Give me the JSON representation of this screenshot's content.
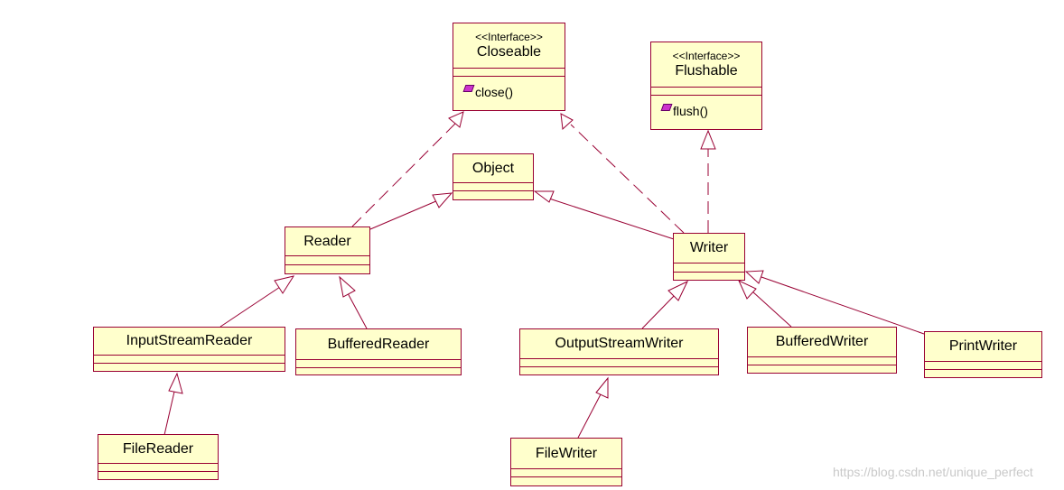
{
  "diagram": {
    "classes": {
      "closeable": {
        "stereotype": "<<Interface>>",
        "name": "Closeable",
        "method": "close()"
      },
      "flushable": {
        "stereotype": "<<Interface>>",
        "name": "Flushable",
        "method": "flush()"
      },
      "object": {
        "name": "Object"
      },
      "reader": {
        "name": "Reader"
      },
      "writer": {
        "name": "Writer"
      },
      "input_stream_reader": {
        "name": "InputStreamReader"
      },
      "buffered_reader": {
        "name": "BufferedReader"
      },
      "output_stream_writer": {
        "name": "OutputStreamWriter"
      },
      "buffered_writer": {
        "name": "BufferedWriter"
      },
      "print_writer": {
        "name": "PrintWriter"
      },
      "file_reader": {
        "name": "FileReader"
      },
      "file_writer": {
        "name": "FileWriter"
      }
    },
    "relations": [
      {
        "from": "Reader",
        "to": "Closeable",
        "kind": "realization"
      },
      {
        "from": "Writer",
        "to": "Closeable",
        "kind": "realization"
      },
      {
        "from": "Writer",
        "to": "Flushable",
        "kind": "realization"
      },
      {
        "from": "Reader",
        "to": "Object",
        "kind": "generalization"
      },
      {
        "from": "Writer",
        "to": "Object",
        "kind": "generalization"
      },
      {
        "from": "InputStreamReader",
        "to": "Reader",
        "kind": "generalization"
      },
      {
        "from": "BufferedReader",
        "to": "Reader",
        "kind": "generalization"
      },
      {
        "from": "OutputStreamWriter",
        "to": "Writer",
        "kind": "generalization"
      },
      {
        "from": "BufferedWriter",
        "to": "Writer",
        "kind": "generalization"
      },
      {
        "from": "PrintWriter",
        "to": "Writer",
        "kind": "generalization"
      },
      {
        "from": "FileReader",
        "to": "InputStreamReader",
        "kind": "generalization"
      },
      {
        "from": "FileWriter",
        "to": "OutputStreamWriter",
        "kind": "generalization"
      }
    ],
    "colors": {
      "fill": "#ffffcc",
      "stroke": "#990033",
      "method_icon": "#cc33cc"
    }
  },
  "watermark": "https://blog.csdn.net/unique_perfect"
}
